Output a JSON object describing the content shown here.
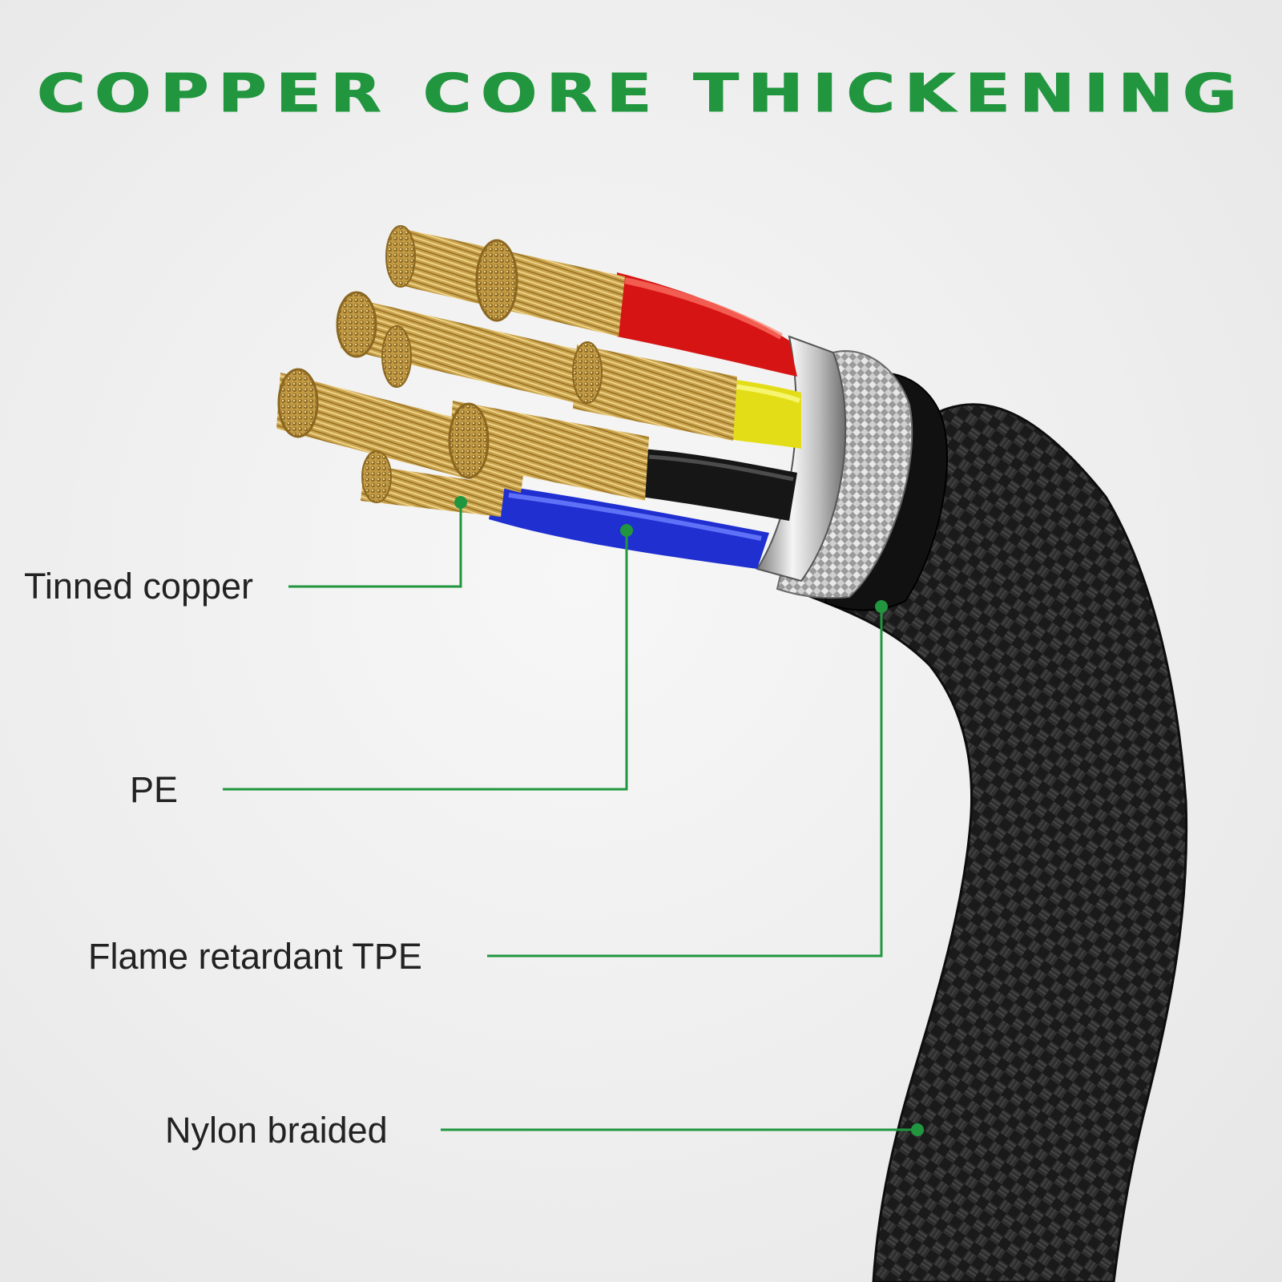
{
  "title": "COPPER CORE THICKENING",
  "labels": {
    "tinned_copper": "Tinned copper",
    "pe": "PE",
    "flame_retardant": "Flame retardant TPE",
    "nylon": "Nylon braided"
  },
  "colors": {
    "accent_green": "#21963f",
    "wire_red": "#d61414",
    "wire_yellow": "#e6e21a",
    "wire_black": "#151515",
    "wire_blue": "#1f2fd0",
    "copper": "#c9a24a",
    "braid": "#1c1c1c"
  }
}
